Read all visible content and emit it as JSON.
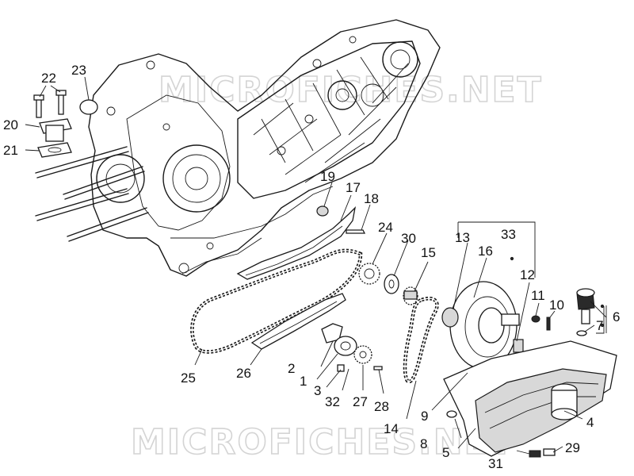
{
  "watermark": "MICROFICHES.NET",
  "callouts": [
    {
      "id": "1",
      "label": "1"
    },
    {
      "id": "2",
      "label": "2"
    },
    {
      "id": "3",
      "label": "3"
    },
    {
      "id": "4",
      "label": "4"
    },
    {
      "id": "5",
      "label": "5"
    },
    {
      "id": "6",
      "label": "6"
    },
    {
      "id": "7",
      "label": "7"
    },
    {
      "id": "8",
      "label": "8"
    },
    {
      "id": "9",
      "label": "9"
    },
    {
      "id": "10",
      "label": "10"
    },
    {
      "id": "11",
      "label": "11"
    },
    {
      "id": "12",
      "label": "12"
    },
    {
      "id": "13",
      "label": "13"
    },
    {
      "id": "14",
      "label": "14"
    },
    {
      "id": "15",
      "label": "15"
    },
    {
      "id": "16",
      "label": "16"
    },
    {
      "id": "17",
      "label": "17"
    },
    {
      "id": "18",
      "label": "18"
    },
    {
      "id": "19",
      "label": "19"
    },
    {
      "id": "20",
      "label": "20"
    },
    {
      "id": "21",
      "label": "21"
    },
    {
      "id": "22",
      "label": "22"
    },
    {
      "id": "23",
      "label": "23"
    },
    {
      "id": "24",
      "label": "24"
    },
    {
      "id": "25",
      "label": "25"
    },
    {
      "id": "26",
      "label": "26"
    },
    {
      "id": "27",
      "label": "27"
    },
    {
      "id": "28",
      "label": "28"
    },
    {
      "id": "29",
      "label": "29"
    },
    {
      "id": "30",
      "label": "30"
    },
    {
      "id": "31",
      "label": "31"
    },
    {
      "id": "32",
      "label": "32"
    },
    {
      "id": "33",
      "label": "33"
    }
  ]
}
